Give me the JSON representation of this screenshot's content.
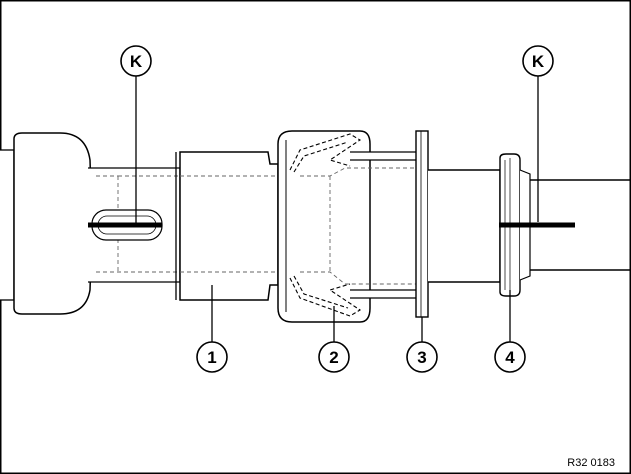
{
  "markers": {
    "k_left": "K",
    "k_right": "K"
  },
  "parts": {
    "p1": "1",
    "p2": "2",
    "p3": "3",
    "p4": "4"
  },
  "reference_code": "R32 0183"
}
